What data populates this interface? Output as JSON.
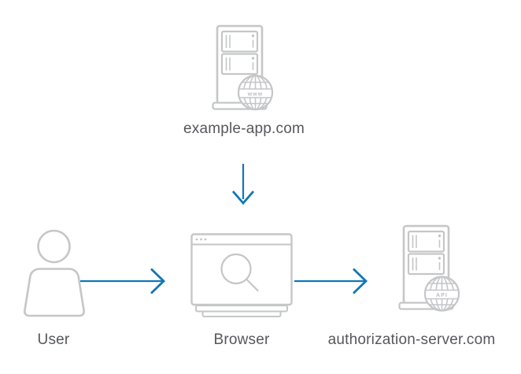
{
  "nodes": {
    "example_app": {
      "label": "example-app.com",
      "globe_label": "www"
    },
    "user": {
      "label": "User"
    },
    "browser": {
      "label": "Browser"
    },
    "auth_server": {
      "label": "authorization-server.com",
      "globe_label": "API"
    }
  },
  "colors": {
    "arrow_blue": "#0f77b6",
    "icon_gray": "#c5c6c8",
    "label_text": "#55575b"
  }
}
